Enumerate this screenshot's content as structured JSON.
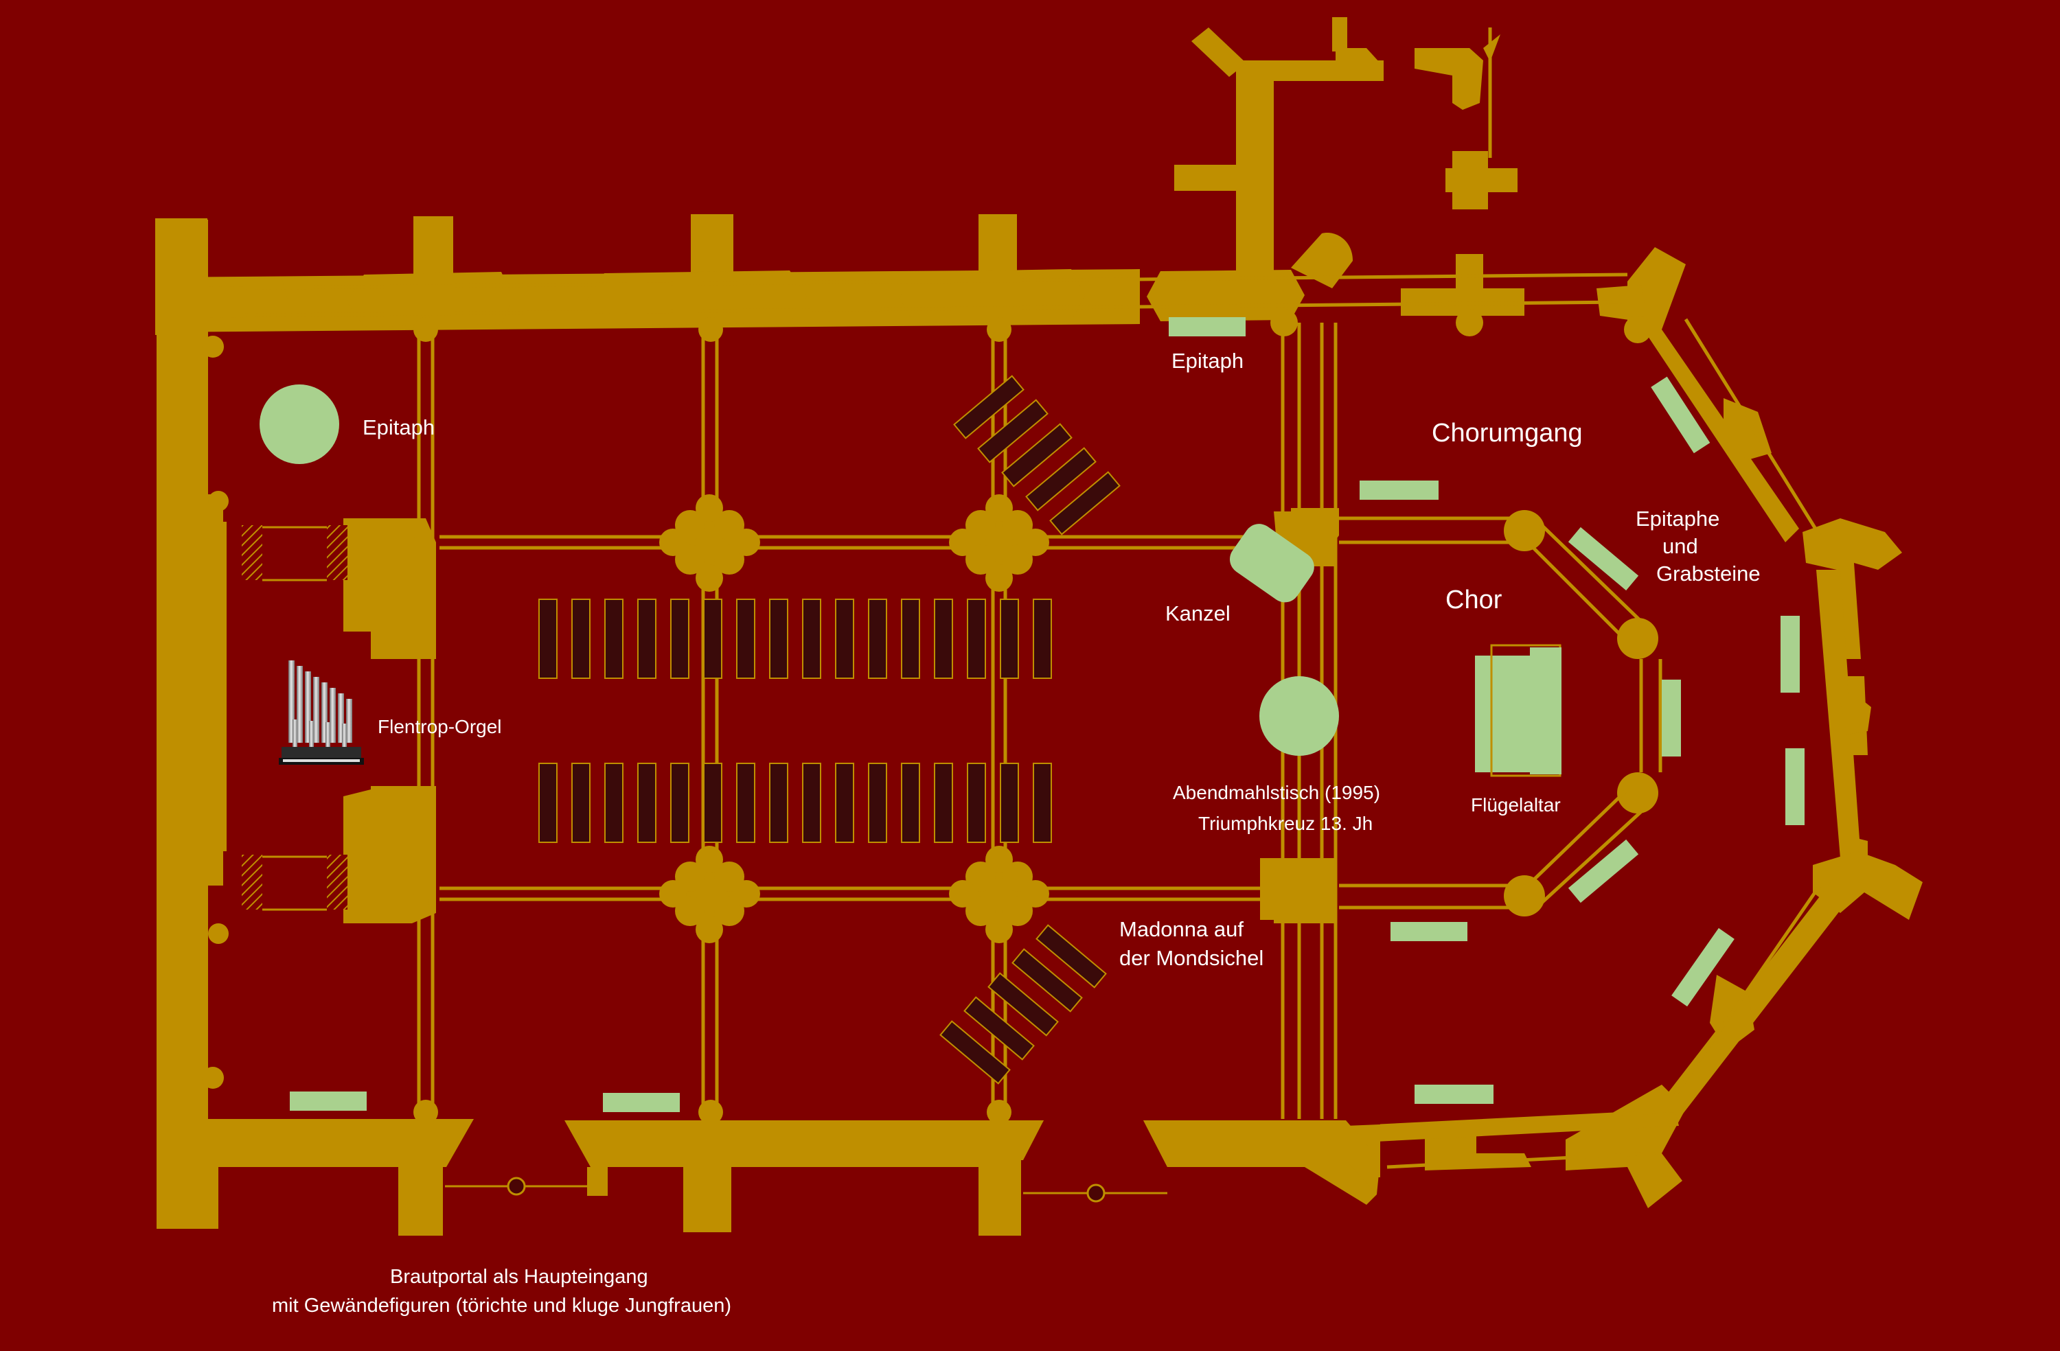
{
  "colors": {
    "background": "#7f0000",
    "wall": "#bf8f00",
    "feature": "#a9d18e",
    "pew": "#3a0a0a"
  },
  "labels": {
    "epitaph_north": "Epitaph",
    "epitaph_west": "Epitaph",
    "chorumgang": "Chorumgang",
    "epitaphe": "Epitaphe",
    "und": "und",
    "grabsteine": "Grabsteine",
    "chor": "Chor",
    "kanzel": "Kanzel",
    "flentrop_orgel": "Flentrop-Orgel",
    "abendmahlstisch": "Abendmahlstisch (1995)",
    "triumphkreuz": "Triumphkreuz 13. Jh",
    "fluegelaltar": "Flügelaltar",
    "madonna_1": "Madonna auf",
    "madonna_2": "der Mondsichel",
    "brautportal_1": "Brautportal als Haupteingang",
    "brautportal_2": "mit Gewändefiguren (törichte und kluge Jungfrauen)"
  },
  "icons": {
    "organ": "organ-pipes-icon"
  }
}
